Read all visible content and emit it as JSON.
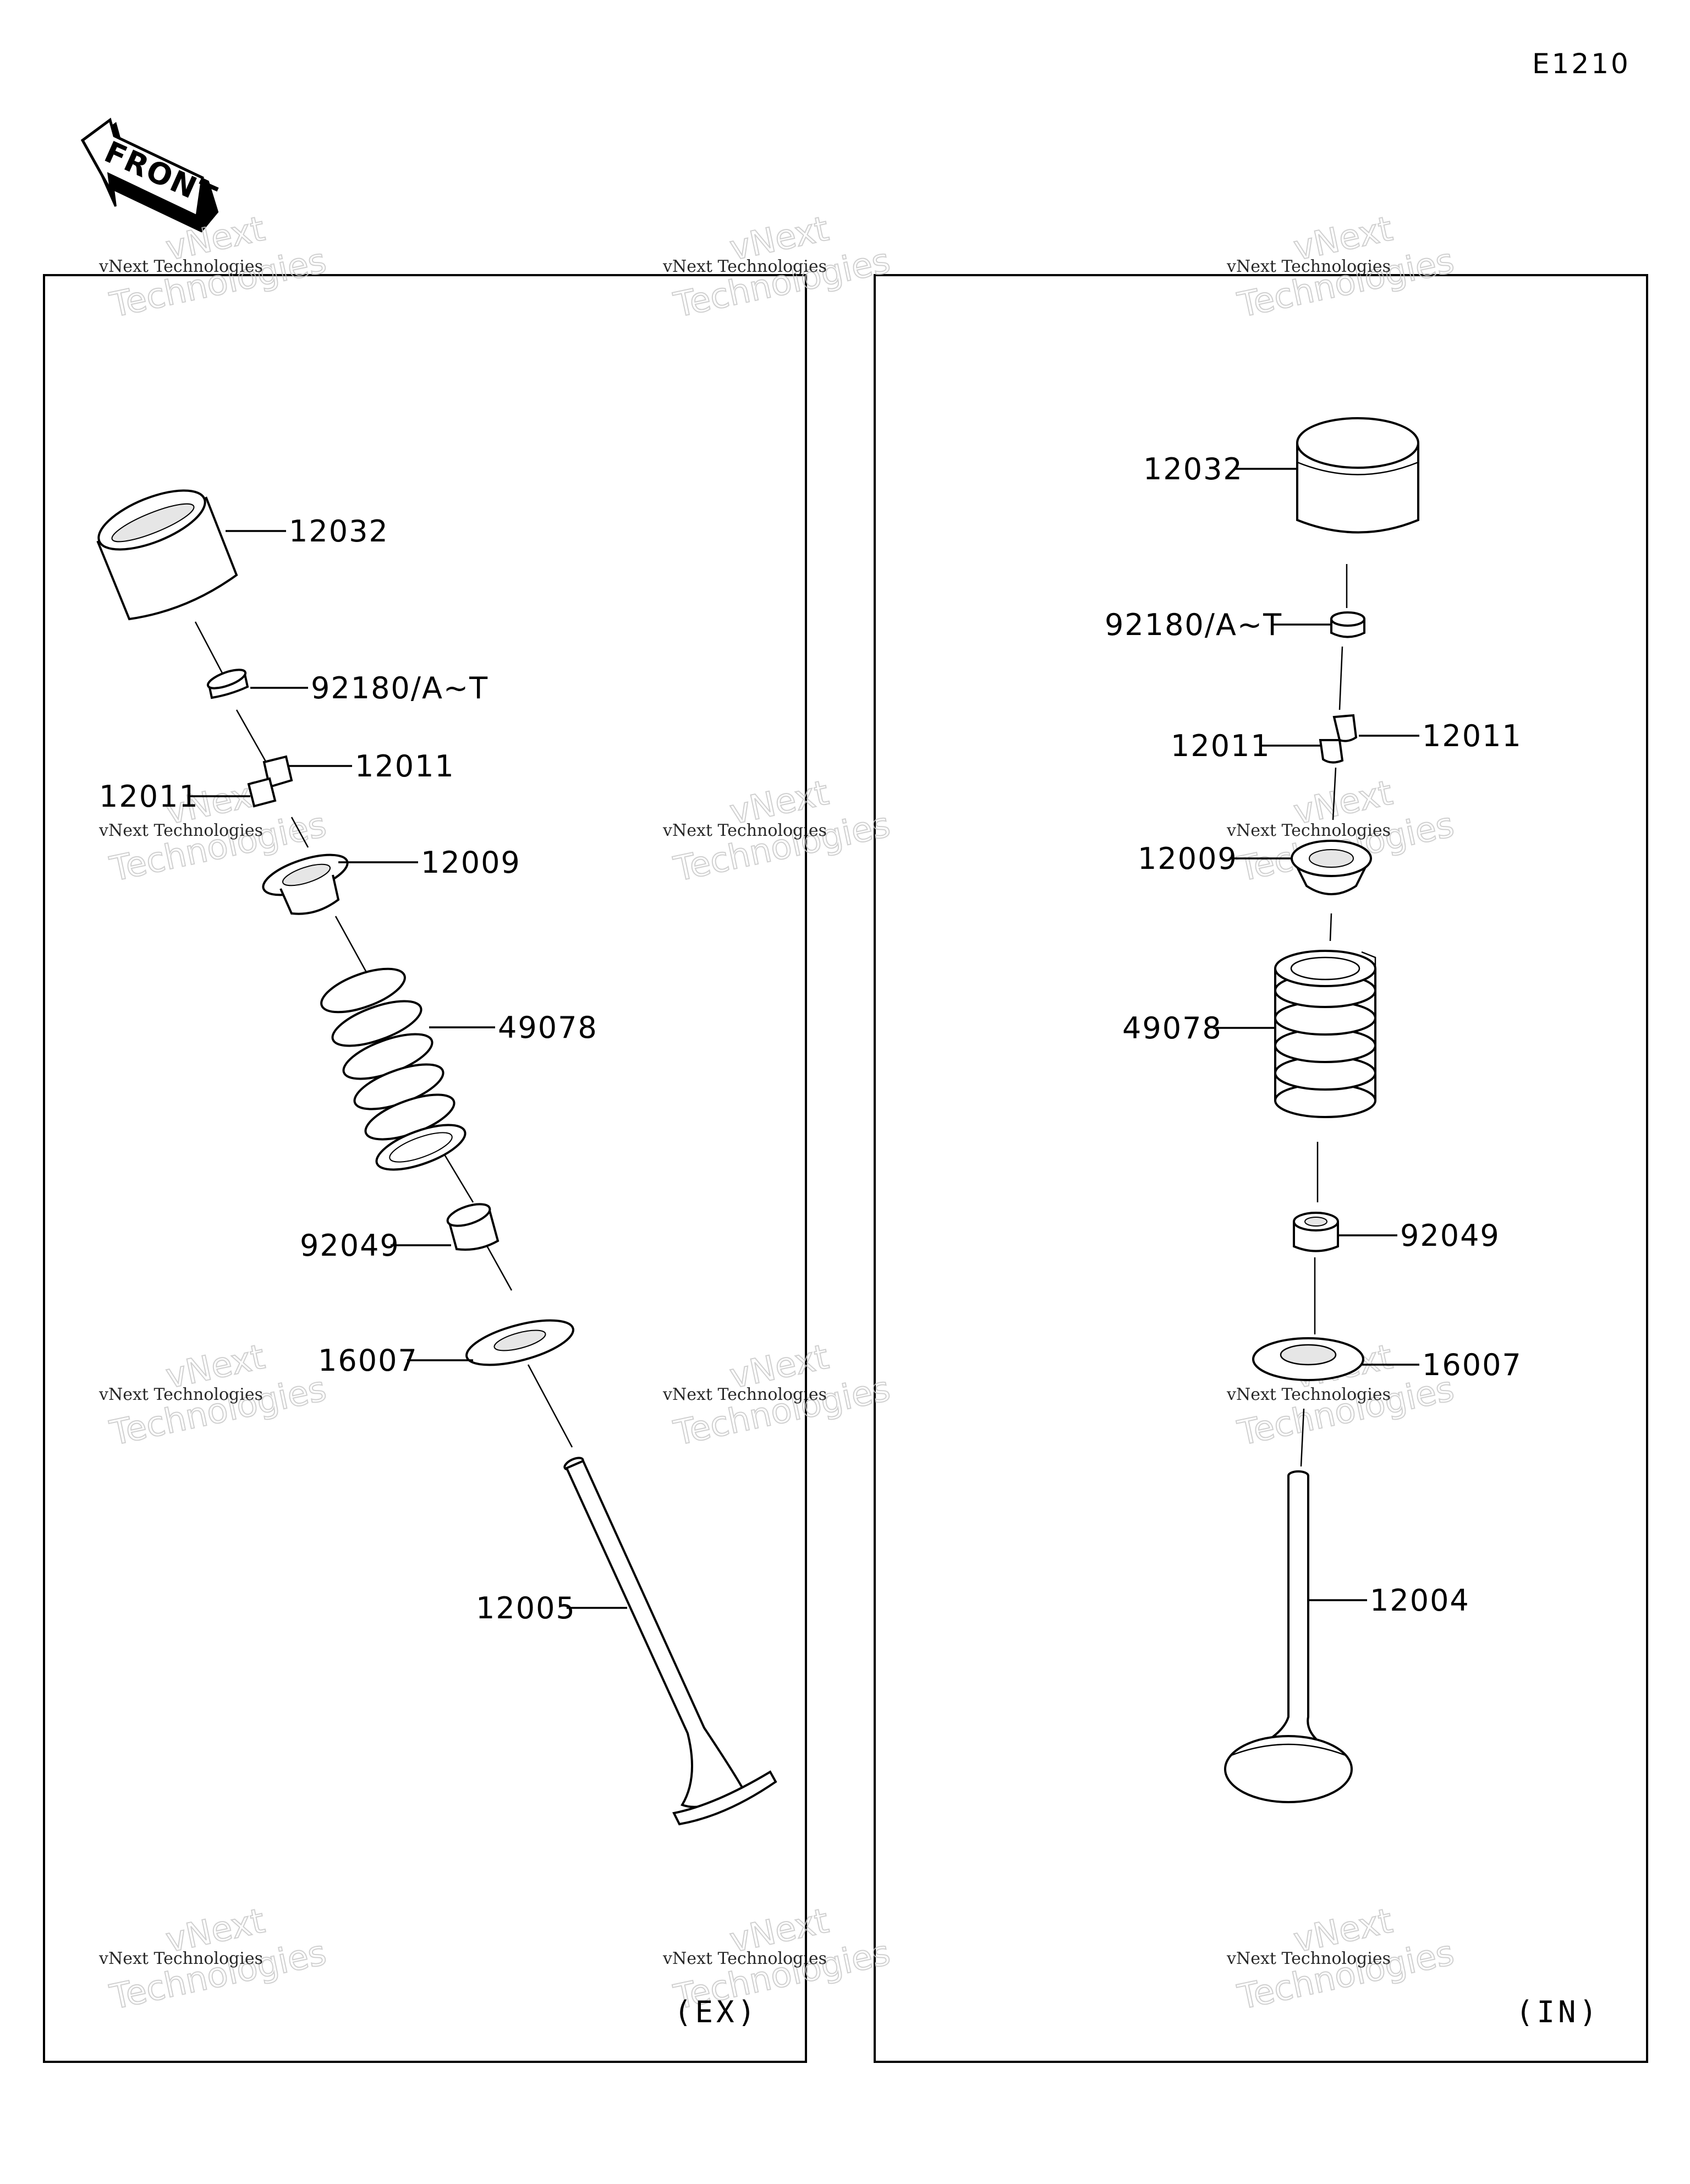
{
  "diagram_code": "E1210",
  "front_arrow_label": "FRONT",
  "watermark": {
    "line1": "vNext Technologies",
    "line2": "vNext Technologies"
  },
  "panels": {
    "exhaust": {
      "tag": "(EX)",
      "labels": {
        "tappet": "12032",
        "shim": "92180/A~T",
        "cotter_right": "12011",
        "cotter_left": "12011",
        "retainer": "12009",
        "spring": "49078",
        "stem_seal": "92049",
        "spring_seat": "16007",
        "valve": "12005"
      }
    },
    "intake": {
      "tag": "(IN)",
      "labels": {
        "tappet": "12032",
        "shim": "92180/A~T",
        "cotter_left": "12011",
        "cotter_right": "12011",
        "retainer": "12009",
        "spring": "49078",
        "stem_seal": "92049",
        "spring_seat": "16007",
        "valve": "12004"
      }
    }
  }
}
